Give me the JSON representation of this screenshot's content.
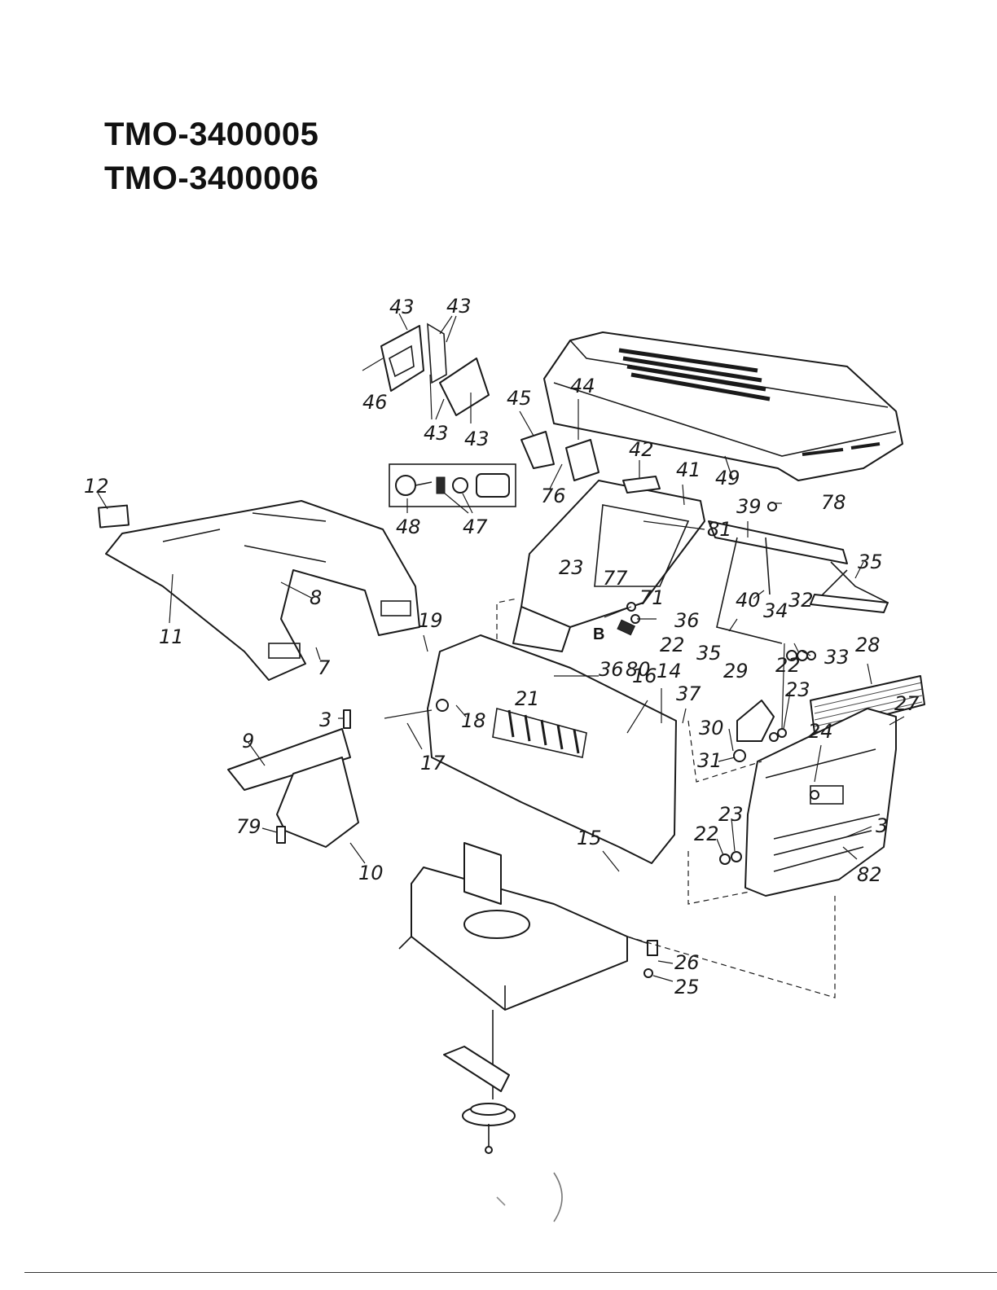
{
  "models": [
    "TMO-3400005",
    "TMO-3400006"
  ],
  "part_labels": [
    {
      "id": "p43a",
      "text": "43"
    },
    {
      "id": "p43b",
      "text": "43"
    },
    {
      "id": "p46",
      "text": "46"
    },
    {
      "id": "p43c",
      "text": "43"
    },
    {
      "id": "p43d",
      "text": "43"
    },
    {
      "id": "p45",
      "text": "45"
    },
    {
      "id": "p44",
      "text": "44"
    },
    {
      "id": "p42",
      "text": "42"
    },
    {
      "id": "p41",
      "text": "41"
    },
    {
      "id": "p49",
      "text": "49"
    },
    {
      "id": "p76",
      "text": "76"
    },
    {
      "id": "p48",
      "text": "48"
    },
    {
      "id": "p47",
      "text": "47"
    },
    {
      "id": "p12",
      "text": "12"
    },
    {
      "id": "p8",
      "text": "8"
    },
    {
      "id": "p11",
      "text": "11"
    },
    {
      "id": "p7",
      "text": "7"
    },
    {
      "id": "p19",
      "text": "19"
    },
    {
      "id": "p81",
      "text": "81"
    },
    {
      "id": "p39",
      "text": "39"
    },
    {
      "id": "p78",
      "text": "78"
    },
    {
      "id": "p35a",
      "text": "35"
    },
    {
      "id": "p23a",
      "text": "23"
    },
    {
      "id": "p77",
      "text": "77"
    },
    {
      "id": "p71",
      "text": "71"
    },
    {
      "id": "p36a",
      "text": "36"
    },
    {
      "id": "p40",
      "text": "40"
    },
    {
      "id": "p34",
      "text": "34"
    },
    {
      "id": "p32",
      "text": "32"
    },
    {
      "id": "pB",
      "text": "B"
    },
    {
      "id": "p22a",
      "text": "22"
    },
    {
      "id": "p36b",
      "text": "36"
    },
    {
      "id": "p80",
      "text": "80"
    },
    {
      "id": "p35b",
      "text": "35"
    },
    {
      "id": "p33",
      "text": "33"
    },
    {
      "id": "p28",
      "text": "28"
    },
    {
      "id": "p16",
      "text": "16"
    },
    {
      "id": "p14",
      "text": "14"
    },
    {
      "id": "p37",
      "text": "37"
    },
    {
      "id": "p29",
      "text": "29"
    },
    {
      "id": "p22b",
      "text": "22"
    },
    {
      "id": "p23b",
      "text": "23"
    },
    {
      "id": "p21",
      "text": "21"
    },
    {
      "id": "p27",
      "text": "27"
    },
    {
      "id": "p3a",
      "text": "3"
    },
    {
      "id": "p18",
      "text": "18"
    },
    {
      "id": "p30",
      "text": "30"
    },
    {
      "id": "p24",
      "text": "24"
    },
    {
      "id": "p9",
      "text": "9"
    },
    {
      "id": "p17",
      "text": "17"
    },
    {
      "id": "p31",
      "text": "31"
    },
    {
      "id": "p23c",
      "text": "23"
    },
    {
      "id": "p3b",
      "text": "3"
    },
    {
      "id": "p79",
      "text": "79"
    },
    {
      "id": "p22c",
      "text": "22"
    },
    {
      "id": "p15",
      "text": "15"
    },
    {
      "id": "p82",
      "text": "82"
    },
    {
      "id": "p10",
      "text": "10"
    },
    {
      "id": "p26",
      "text": "26"
    },
    {
      "id": "p25",
      "text": "25"
    }
  ]
}
